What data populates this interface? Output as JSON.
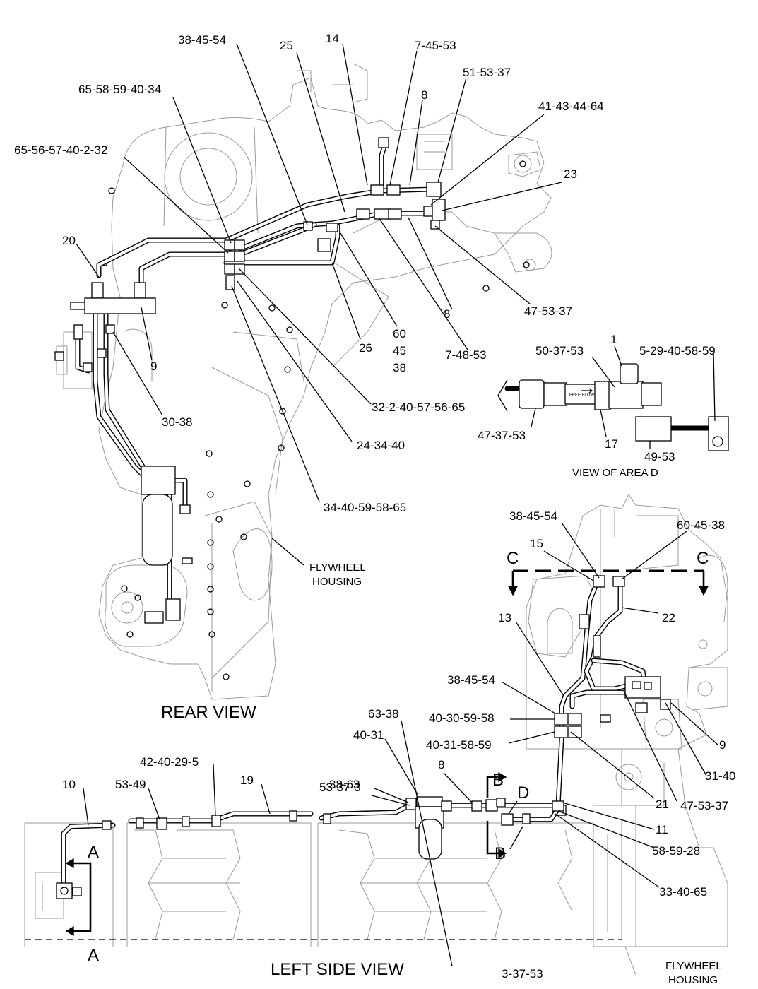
{
  "rear_view": {
    "title": "REAR VIEW",
    "callouts": [
      "38-45-54",
      "25",
      "14",
      "7-45-53",
      "51-53-37",
      "65-58-59-40-34",
      "8",
      "41-43-44-64",
      "65-56-57-40-2-32",
      "23",
      "20",
      "9",
      "26",
      "60",
      "45",
      "38",
      "8",
      "7-48-53",
      "47-53-37",
      "30-38",
      "32-2-40-57-56-65",
      "24-34-40",
      "34-40-59-58-65"
    ],
    "flywheel_line1": "FLYWHEEL",
    "flywheel_line2": "HOUSING"
  },
  "area_d": {
    "title": "VIEW OF AREA  D",
    "callouts": [
      "1",
      "50-37-53",
      "5-29-40-58-59",
      "47-37-53",
      "17",
      "49-53"
    ],
    "valve_text": "FREE FLOW"
  },
  "view_c": {
    "callouts": [
      "38-45-54",
      "60-45-38",
      "15",
      "22",
      "13"
    ],
    "section_left": "C",
    "section_right": "C"
  },
  "left_side_view": {
    "title": "LEFT SIDE VIEW",
    "callouts": [
      "38-45-54",
      "40-30-59-58",
      "40-31-58-59",
      "63-38",
      "40-31",
      "9",
      "42-40-29-5",
      "8",
      "31-40",
      "38-63",
      "10",
      "53-49",
      "19",
      "53-37-3",
      "21",
      "47-53-37",
      "11",
      "58-59-28",
      "33-40-65",
      "3-37-53"
    ],
    "section_a_top": "A",
    "section_a_bottom": "A",
    "section_b_top": "B",
    "section_b_bottom": "B",
    "area_d_mark": "D",
    "flywheel_line1": "FLYWHEEL",
    "flywheel_line2": "HOUSING"
  }
}
